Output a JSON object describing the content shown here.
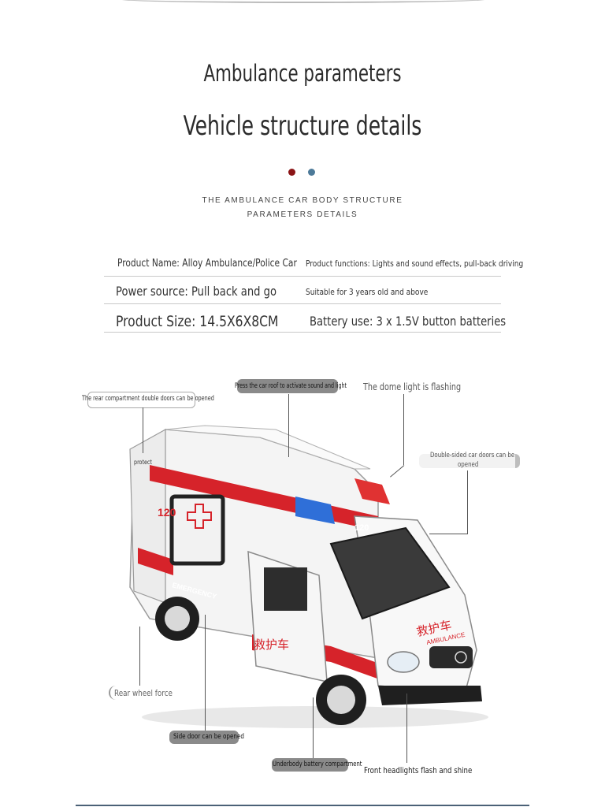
{
  "header": {
    "title": "Ambulance parameters",
    "subtitle": "Vehicle structure details",
    "caption_line1": "THE AMBULANCE CAR BODY STRUCTURE",
    "caption_line2": "PARAMETERS DETAILS"
  },
  "parameters": {
    "product_name": "Product Name: Alloy Ambulance/Police Car",
    "product_functions": "Product functions: Lights and sound effects, pull-back driving",
    "power_source": "Power source: Pull back and go",
    "age": "Suitable for 3 years old and above",
    "product_size": "Product Size: 14.5X6X8CM",
    "battery": "Battery use: 3 x 1.5V button batteries"
  },
  "callouts": {
    "rear_doors": "The rear compartment double doors can be opened",
    "roof_press": "Press the car roof to activate sound and light",
    "dome_light": "The dome light is flashing",
    "protect": "protect",
    "double_doors_line1": "Double-sided car doors can be",
    "double_doors_line2": "opened",
    "rear_wheel": "Rear wheel force",
    "side_door": "Side door can be opened",
    "battery_compartment": "Underbody battery compartment",
    "headlights": "Front headlights flash and shine"
  },
  "van": {
    "number": "120",
    "side_text": "EMERGENCY",
    "chinese_text": "救护车",
    "hood_text": "AMBULANCE"
  },
  "colors": {
    "accent_red": "#d6232a",
    "dot_red": "#8b1416",
    "dot_blue": "#4d7a99",
    "divider": "#4b6177"
  }
}
